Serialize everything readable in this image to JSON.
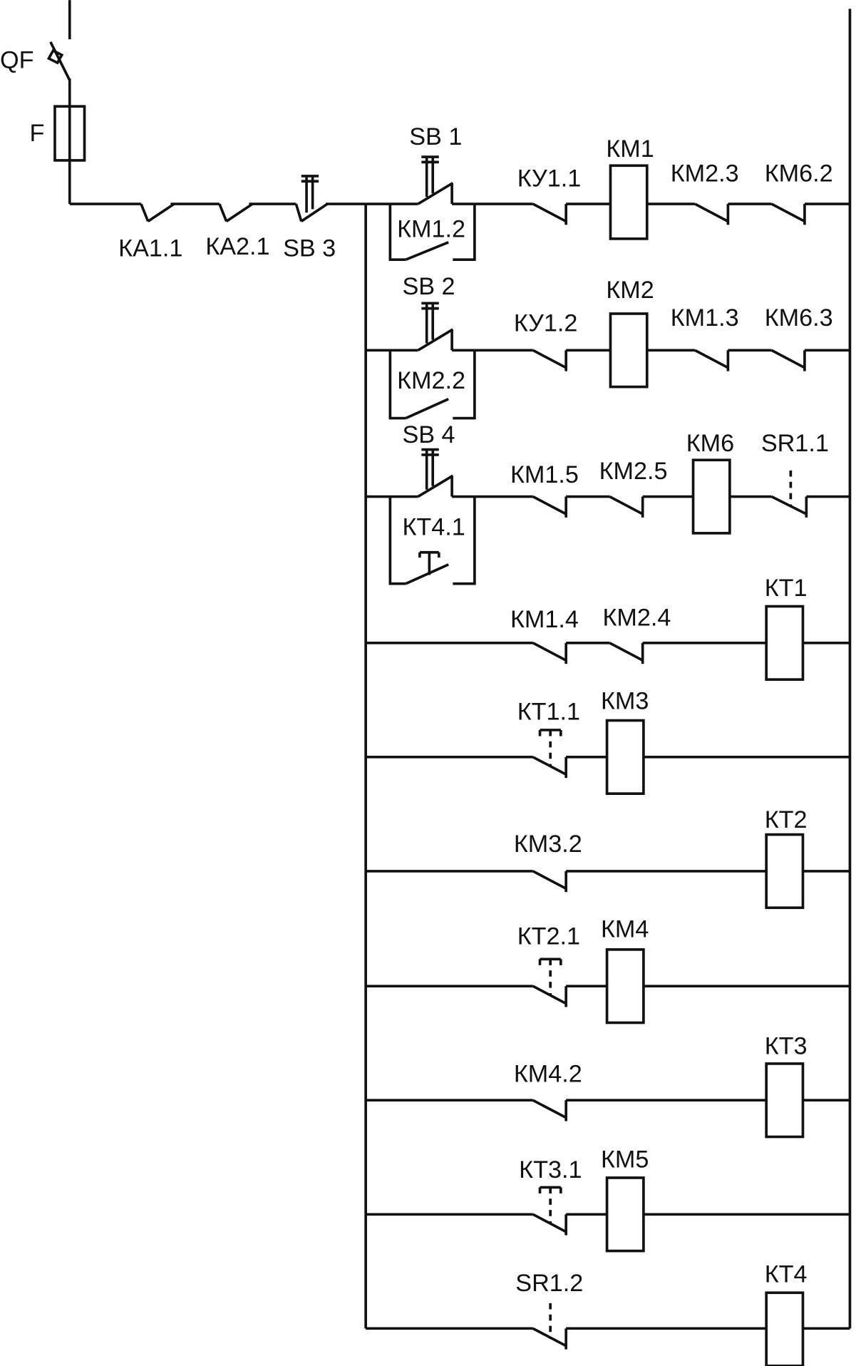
{
  "labels": {
    "qf": "QF",
    "f": "F",
    "ka11": "КА1.1",
    "ka21": "КА2.1",
    "sb3": "SB 3",
    "sb1": "SB 1",
    "km12": "КМ1.2",
    "ky11": "КУ1.1",
    "km1": "КМ1",
    "km23": "КМ2.3",
    "km62": "КМ6.2",
    "sb2": "SB 2",
    "km22": "КМ2.2",
    "ky12": "КУ1.2",
    "km2": "КМ2",
    "km13": "КМ1.3",
    "km63": "КМ6.3",
    "sb4": "SB 4",
    "kt41": "КТ4.1",
    "km15": "КМ1.5",
    "km25": "КМ2.5",
    "km6": "КМ6",
    "sr11": "SR1.1",
    "km14": "КМ1.4",
    "km24": "КМ2.4",
    "kt1": "КТ1",
    "kt11": "КТ1.1",
    "km3": "КМ3",
    "km32": "КМ3.2",
    "kt2": "КТ2",
    "kt21": "КТ2.1",
    "km4": "КМ4",
    "km42": "КМ4.2",
    "kt3": "КТ3",
    "kt31": "КТ3.1",
    "km5": "КМ5",
    "sr12": "SR1.2",
    "kt4": "КТ4"
  }
}
